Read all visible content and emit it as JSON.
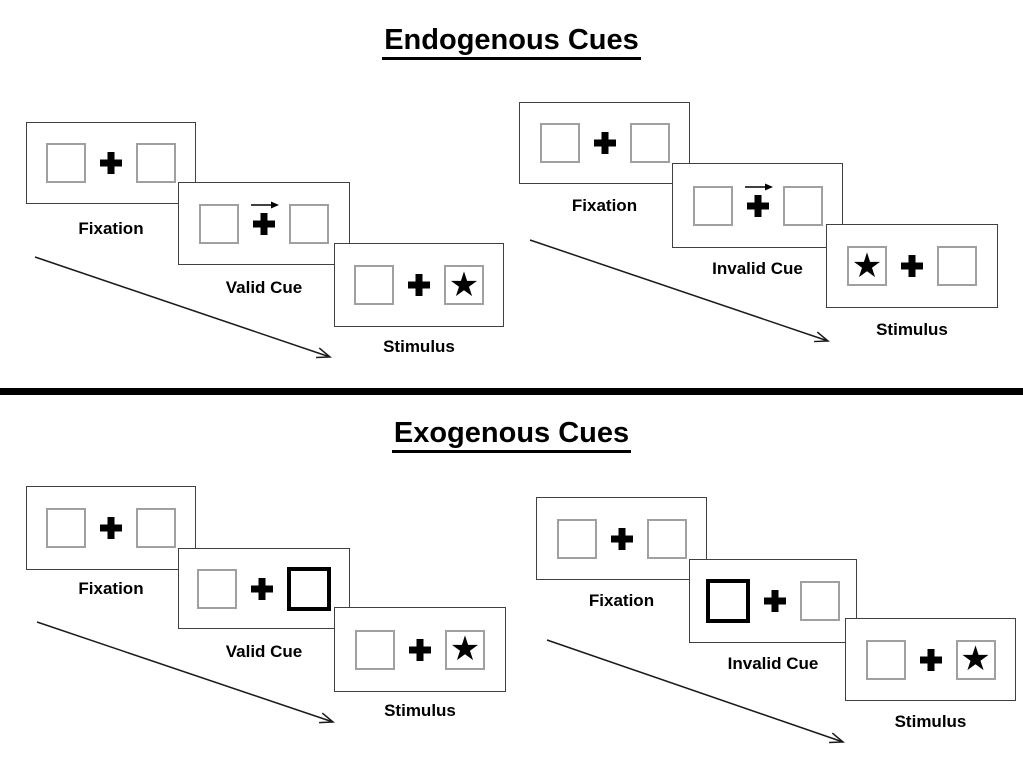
{
  "page": {
    "background": "#ffffff"
  },
  "colors": {
    "panel_border": "#404040",
    "box_border": "#a0a0a0",
    "highlight_box_border": "#000000",
    "ink": "#000000"
  },
  "glyphs": {
    "star": "★"
  },
  "sections": [
    {
      "title": "Endogenous Cues",
      "sequences": [
        {
          "name": "valid",
          "cue_type": "central arrow pointing right",
          "panels": [
            {
              "label": "Fixation",
              "left_box": "empty",
              "right_box": "empty",
              "cue_arrow": false
            },
            {
              "label": "Valid Cue",
              "left_box": "empty",
              "right_box": "empty",
              "cue_arrow": true
            },
            {
              "label": "Stimulus",
              "left_box": "empty",
              "right_box": "star",
              "cue_arrow": false
            }
          ]
        },
        {
          "name": "invalid",
          "cue_type": "central arrow pointing right",
          "panels": [
            {
              "label": "Fixation",
              "left_box": "empty",
              "right_box": "empty",
              "cue_arrow": false
            },
            {
              "label": "Invalid Cue",
              "left_box": "empty",
              "right_box": "empty",
              "cue_arrow": true
            },
            {
              "label": "Stimulus",
              "left_box": "star",
              "right_box": "empty",
              "cue_arrow": false
            }
          ]
        }
      ]
    },
    {
      "title": "Exogenous Cues",
      "sequences": [
        {
          "name": "valid",
          "cue_type": "peripheral box brightening",
          "panels": [
            {
              "label": "Fixation",
              "left_box": "empty",
              "right_box": "empty",
              "cue_arrow": false
            },
            {
              "label": "Valid Cue",
              "left_box": "empty",
              "right_box": "thick",
              "cue_arrow": false
            },
            {
              "label": "Stimulus",
              "left_box": "empty",
              "right_box": "star",
              "cue_arrow": false
            }
          ]
        },
        {
          "name": "invalid",
          "cue_type": "peripheral box brightening",
          "panels": [
            {
              "label": "Fixation",
              "left_box": "empty",
              "right_box": "empty",
              "cue_arrow": false
            },
            {
              "label": "Invalid Cue",
              "left_box": "thick",
              "right_box": "empty",
              "cue_arrow": false
            },
            {
              "label": "Stimulus",
              "left_box": "empty",
              "right_box": "star",
              "cue_arrow": false
            }
          ]
        }
      ]
    }
  ]
}
